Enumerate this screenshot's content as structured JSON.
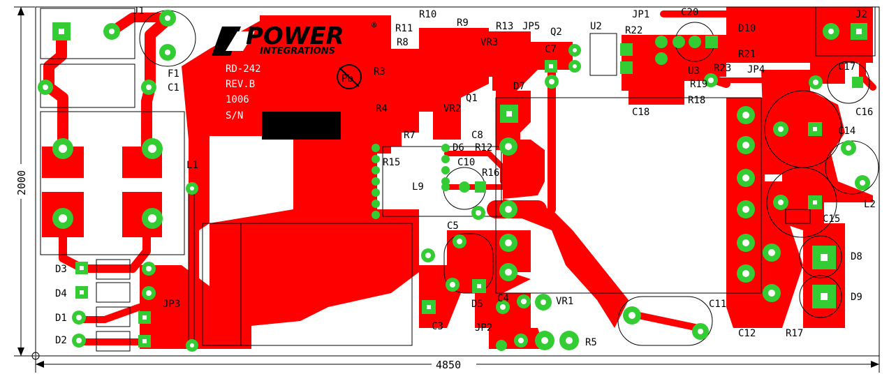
{
  "board": {
    "name": "RD-242",
    "revision": "REV.B",
    "date_code": "1006",
    "serial_label": "S/N",
    "width_dim": "4850",
    "height_dim": "2000"
  },
  "logo": {
    "brand": "POWER",
    "sub": "INTEGRATIONS",
    "registered": "®",
    "pb_mark": "Pb"
  },
  "colors": {
    "copper": "#ff0000",
    "pad": "#33cc33",
    "silkscreen": "#000000",
    "background": "#ffffff"
  },
  "refdes": {
    "J1": "J1",
    "F1": "F1",
    "C1": "C1",
    "L1": "L1",
    "D1": "D1",
    "D2": "D2",
    "D3": "D3",
    "D4": "D4",
    "JP3": "JP3",
    "R3": "R3",
    "R4": "R4",
    "R7": "R7",
    "R8": "R8",
    "R9": "R9",
    "R10": "R10",
    "R11": "R11",
    "R12": "R12",
    "R13": "R13",
    "R15": "R15",
    "R16": "R16",
    "JP5": "JP5",
    "VR2": "VR2",
    "VR3": "VR3",
    "Q1": "Q1",
    "Q2": "Q2",
    "C7": "C7",
    "C8": "C8",
    "D6": "D6",
    "C10": "C10",
    "L9": "L9",
    "D7": "D7",
    "U2": "U2",
    "C5": "C5",
    "C3": "C3",
    "D5": "D5",
    "C4": "C4",
    "VR1": "VR1",
    "JP2": "JP2",
    "R5": "R5",
    "C11": "C11",
    "JP1": "JP1",
    "C20": "C20",
    "R22": "R22",
    "D10": "D10",
    "R21": "R21",
    "U3": "U3",
    "R23": "R23",
    "JP4": "JP4",
    "R19": "R19",
    "R18": "R18",
    "C18": "C18",
    "J2": "J2",
    "C17": "C17",
    "C16": "C16",
    "C14": "C14",
    "L2": "L2",
    "C15": "C15",
    "D8": "D8",
    "D9": "D9",
    "R17": "R17",
    "C12": "C12"
  }
}
